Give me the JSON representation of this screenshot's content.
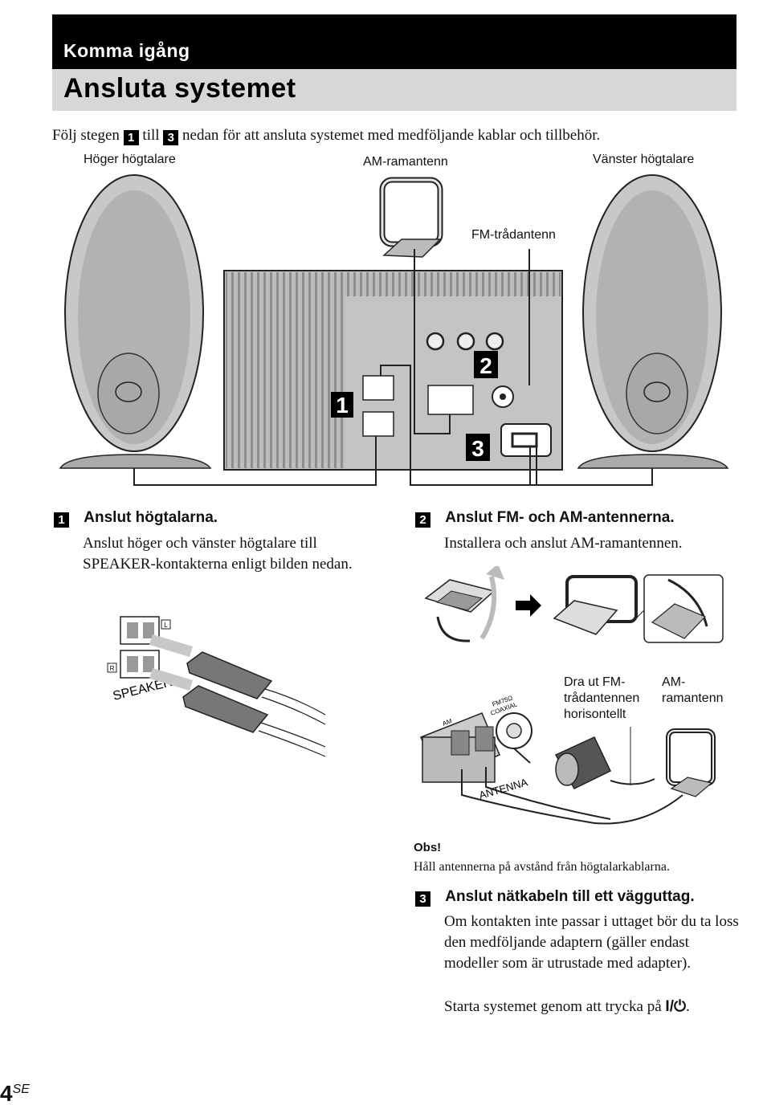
{
  "header": {
    "section": "Komma igång",
    "title": "Ansluta systemet"
  },
  "intro": {
    "before": "Följ stegen",
    "first_step": "1",
    "middle": "till",
    "last_step": "3",
    "after": "nedan för att ansluta systemet med medföljande kablar och tillbehör."
  },
  "main_figure": {
    "right_speaker": "Höger högtalare",
    "am_antenna": "AM-ramantenn",
    "left_speaker": "Vänster högtalare",
    "fm_antenna": "FM-trådantenn",
    "callouts": [
      "1",
      "2",
      "3"
    ]
  },
  "step1": {
    "num": "1",
    "heading": "Anslut högtalarna.",
    "body": "Anslut höger och vänster högtalare till SPEAKER-kontakterna enligt bilden nedan.",
    "figure": {
      "speaker_label": "SPEAKER",
      "l_mark": "L",
      "r_mark": "R"
    }
  },
  "step2": {
    "num": "2",
    "heading": "Anslut FM- och AM-antennerna.",
    "body": "Installera och anslut AM-ramantennen.",
    "figure": {
      "fm_label_1": "Dra ut FM-",
      "fm_label_2": "trådantennen",
      "fm_label_3": "horisontellt",
      "am_label_1": "AM-",
      "am_label_2": "ramantenn",
      "am_terminal": "AM",
      "coax_1": "FM75Ω",
      "coax_2": "COAXIAL",
      "antenna": "ANTENNA"
    }
  },
  "note": {
    "title": "Obs!",
    "text": "Håll antennerna på avstånd från högtalarkablarna."
  },
  "step3": {
    "num": "3",
    "heading": "Anslut nätkabeln till ett vägguttag.",
    "body": "Om kontakten inte passar i uttaget bör du ta loss den medföljande adaptern (gäller endast modeller som är utrustade med adapter).",
    "power_text": "Starta systemet genom att trycka på",
    "power_symbol": "I/⏻",
    "power_end": "."
  },
  "footer": {
    "page_number": "4",
    "suffix": "SE"
  }
}
